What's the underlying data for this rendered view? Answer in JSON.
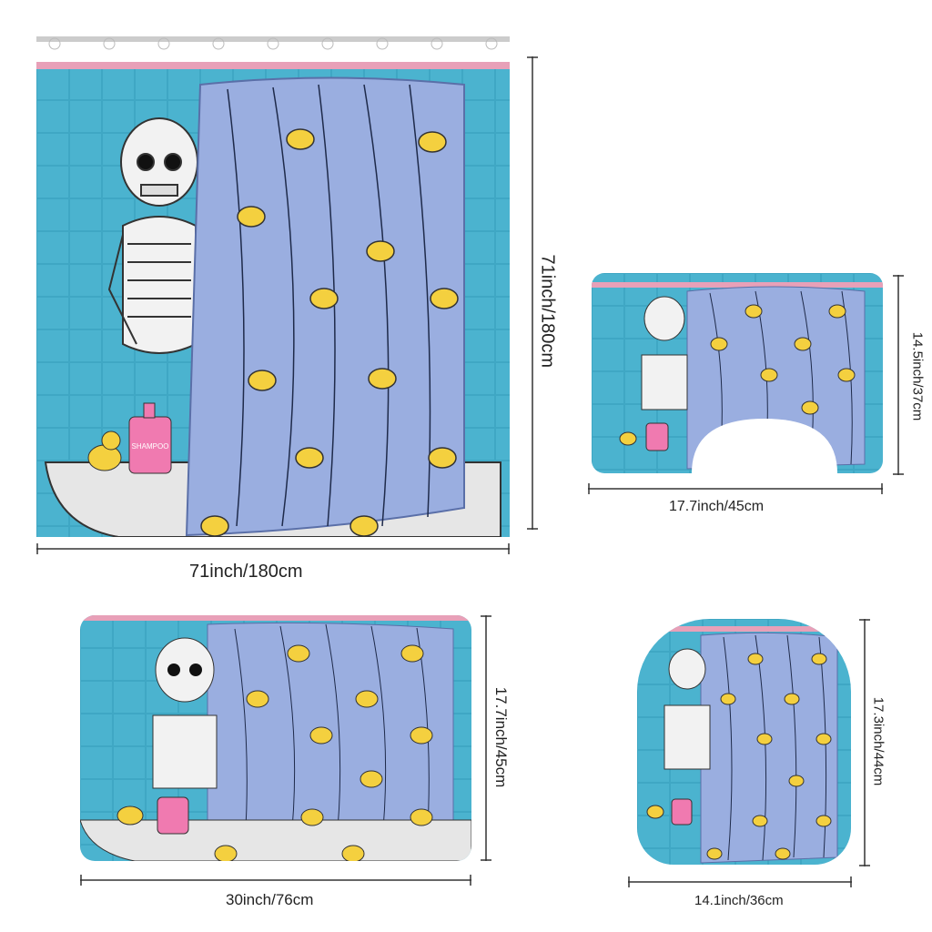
{
  "products": [
    {
      "id": "shower-curtain",
      "name": "Shower Curtain",
      "width_label": "71inch/180cm",
      "height_label": "71inch/180cm"
    },
    {
      "id": "u-shaped-mat",
      "name": "U-Shaped Contour Mat",
      "width_label": "17.7inch/45cm",
      "height_label": "14.5inch/37cm"
    },
    {
      "id": "bath-mat",
      "name": "Bath Mat",
      "width_label": "30inch/76cm",
      "height_label": "17.7inch/45cm"
    },
    {
      "id": "lid-cover",
      "name": "Toilet Lid Cover",
      "width_label": "14.1inch/36cm",
      "height_label": "17.3inch/44cm"
    }
  ],
  "scene": {
    "tile_color": "#3fa7c4",
    "curtain_color": "#9aaee0",
    "duck_color": "#f4d03f",
    "trim_color": "#e8a0b8",
    "bottle_label": "SHAMPOO"
  },
  "dimension_line_color": "#333333"
}
